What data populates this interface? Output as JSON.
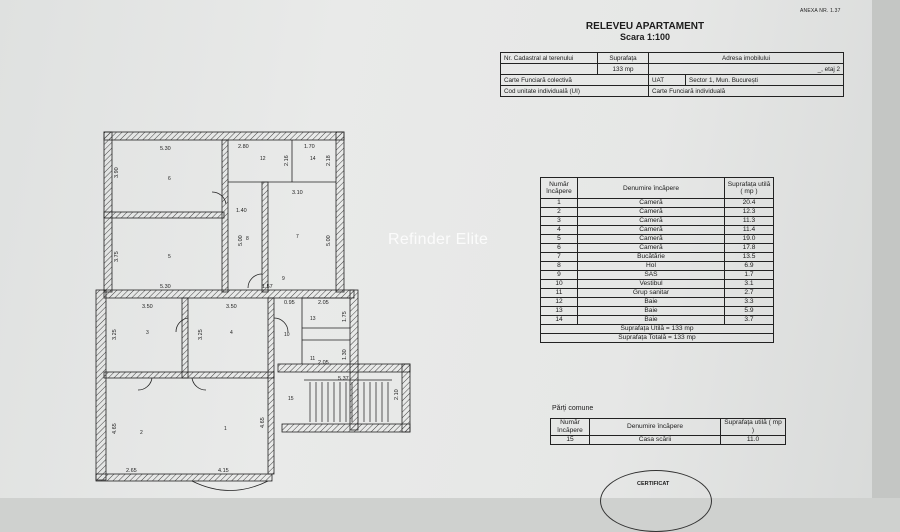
{
  "annex": "ANEXA NR. 1.37",
  "title": "RELEVEU APARTAMENT",
  "scale": "Scara 1:100",
  "info": {
    "nr_cadastral": "Nr. Cadastral al terenului",
    "suprafata_label": "Suprafața",
    "suprafata_value": "133 mp",
    "adresa": "Adresa imobilului",
    "etaj": "_, etaj 2",
    "carte_colectiva": "Carte Funciară colectivă",
    "uat": "UAT",
    "sector": "Sector 1, Mun. București",
    "cod_unitate": "Cod unitate individuală (UI)",
    "carte_individuala": "Carte Funciară individuală"
  },
  "rooms_table": {
    "headers": [
      "Număr încăpere",
      "Denumire încăpere",
      "Suprafața utilă ( mp )"
    ],
    "rows": [
      {
        "nr": "1",
        "name": "Cameră",
        "area": "20.4"
      },
      {
        "nr": "2",
        "name": "Cameră",
        "area": "12.3"
      },
      {
        "nr": "3",
        "name": "Cameră",
        "area": "11.3"
      },
      {
        "nr": "4",
        "name": "Cameră",
        "area": "11.4"
      },
      {
        "nr": "5",
        "name": "Cameră",
        "area": "19.0"
      },
      {
        "nr": "6",
        "name": "Cameră",
        "area": "17.8"
      },
      {
        "nr": "7",
        "name": "Bucătărie",
        "area": "13.5"
      },
      {
        "nr": "8",
        "name": "Hol",
        "area": "6.9"
      },
      {
        "nr": "9",
        "name": "SAS",
        "area": "1.7"
      },
      {
        "nr": "10",
        "name": "Vestibul",
        "area": "3.1"
      },
      {
        "nr": "11",
        "name": "Grup sanitar",
        "area": "2.7"
      },
      {
        "nr": "12",
        "name": "Baie",
        "area": "3.3"
      },
      {
        "nr": "13",
        "name": "Baie",
        "area": "5.9"
      },
      {
        "nr": "14",
        "name": "Baie",
        "area": "3.7"
      }
    ],
    "total_utila": "Suprafața Utilă = 133 mp",
    "total_totala": "Suprafața Totală = 133 mp"
  },
  "common": {
    "title": "Părți comune",
    "headers": [
      "Număr încăpere",
      "Denumire încăpere",
      "Suprafața utilă ( mp )"
    ],
    "rows": [
      {
        "nr": "15",
        "name": "Casa scării",
        "area": "11.0"
      }
    ]
  },
  "watermark": "Refinder Elite",
  "stamp_text": "CERTIFICAT",
  "plan": {
    "dims": {
      "d530": "5.30",
      "d280": "2.80",
      "d170": "1.70",
      "d310": "3.10",
      "d350": "3.50",
      "d350b": "3.50",
      "d530b": "5.30",
      "d140": "1.40",
      "d157": "1.57",
      "d095": "0.95",
      "d205": "2.05",
      "d205b": "2.05",
      "d537": "5.37",
      "d265": "2.65",
      "d415": "4.15",
      "d390": "3.90",
      "d375": "3.75",
      "d325": "3.25",
      "d325b": "3.25",
      "d465": "4.65",
      "d465b": "4.65",
      "d500": "5.00",
      "d500b": "5.00",
      "d216": "2.16",
      "d218": "2.18",
      "d175": "1.75",
      "d130": "1.30",
      "d210": "2.10"
    },
    "labels": [
      "1",
      "2",
      "3",
      "4",
      "5",
      "6",
      "7",
      "8",
      "9",
      "10",
      "11",
      "12",
      "13",
      "14",
      "15"
    ]
  }
}
